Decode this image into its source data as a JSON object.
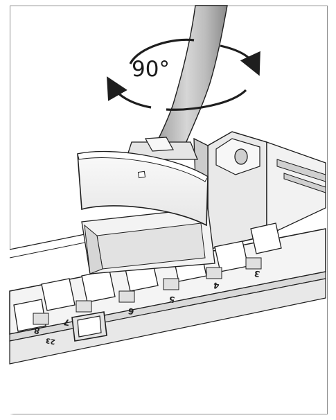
{
  "rotation": {
    "label": "90°"
  },
  "rail": {
    "slot_numbers": [
      "8",
      "7",
      "6",
      "5",
      "4",
      "3"
    ],
    "small_marking": "23"
  },
  "colors": {
    "line": "#1e1e1e",
    "frame": "#8c8c8c",
    "light": "#f4f4f4",
    "mid": "#d9d9d9",
    "dark": "#b4b4b4"
  }
}
